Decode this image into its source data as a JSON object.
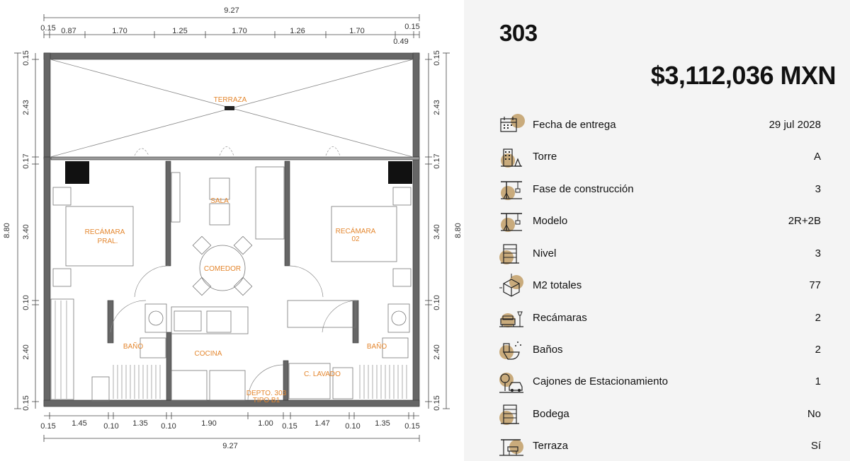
{
  "plan": {
    "dims_top": {
      "total": "9.27",
      "segments": [
        "0.15",
        "0.87",
        "1.70",
        "1.25",
        "1.70",
        "1.26",
        "1.70",
        "0.15"
      ],
      "extra": "0.49"
    },
    "dims_bottom": {
      "total": "9.27",
      "segments": [
        "0.15",
        "1.45",
        "0.10",
        "1.35",
        "0.10",
        "1.90",
        "1.00",
        "0.15",
        "1.47",
        "0.10",
        "1.35",
        "0.15"
      ]
    },
    "dims_left": {
      "total": "8.80",
      "segments": [
        "0.15",
        "2.43",
        "0.17",
        "3.40",
        "0.10",
        "2.40",
        "0.15"
      ]
    },
    "dims_right": {
      "total": "8.80",
      "segments": [
        "0.15",
        "2.43",
        "0.17",
        "3.40",
        "0.10",
        "2.40",
        "0.15"
      ]
    },
    "rooms": {
      "terraza": "TERRAZA",
      "sala": "SALA",
      "recamara_pral_1": "RECÁMARA",
      "recamara_pral_2": "PRAL.",
      "recamara_02_1": "RECÁMARA",
      "recamara_02_2": "02",
      "comedor": "COMEDOR",
      "bano_left": "BAÑO",
      "bano_right": "BAÑO",
      "cocina": "COCINA",
      "lavado": "C. LAVADO",
      "depto": "DEPTO. 303",
      "tipo": "TIPO B1"
    }
  },
  "unit": {
    "title": "303",
    "price": "$3,112,036 MXN"
  },
  "accent_color": "#c9ab7c",
  "features": [
    {
      "icon": "calendar-icon",
      "label": "Fecha de entrega",
      "value": "29 jul 2028"
    },
    {
      "icon": "building-icon",
      "label": "Torre",
      "value": "A"
    },
    {
      "icon": "crane-icon",
      "label": "Fase de construcción",
      "value": "3"
    },
    {
      "icon": "crane-icon",
      "label": "Modelo",
      "value": "2R+2B"
    },
    {
      "icon": "floor-level-icon",
      "label": "Nivel",
      "value": "3"
    },
    {
      "icon": "cube-area-icon",
      "label": "M2 totales",
      "value": "77"
    },
    {
      "icon": "sofa-lamp-icon",
      "label": "Recámaras",
      "value": "2"
    },
    {
      "icon": "toilet-icon",
      "label": "Baños",
      "value": "2"
    },
    {
      "icon": "parking-car-icon",
      "label": "Cajones de Estacionamiento",
      "value": "1"
    },
    {
      "icon": "storage-building-icon",
      "label": "Bodega",
      "value": "No"
    },
    {
      "icon": "terrace-icon",
      "label": "Terraza",
      "value": "Sí"
    }
  ]
}
